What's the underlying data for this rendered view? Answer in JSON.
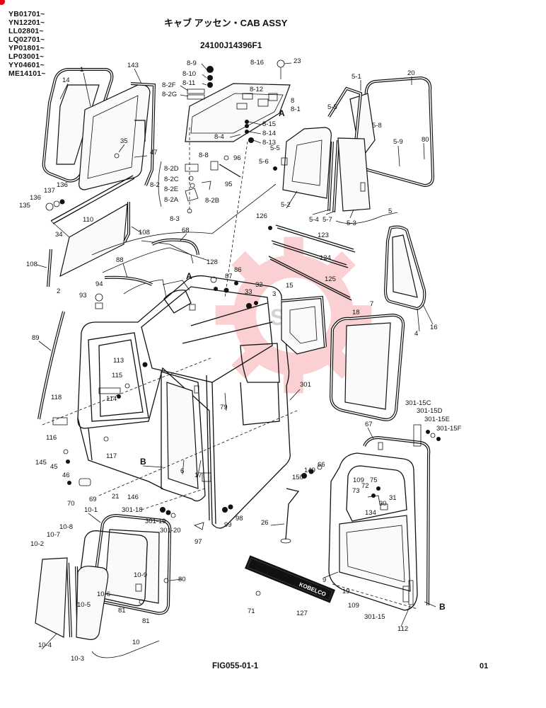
{
  "header": {
    "serials": [
      "YB01701~",
      "YN12201~",
      "LL02801~",
      "LQ02701~",
      "YP01801~",
      "LP03001~",
      "YY04601~",
      "ME14101~"
    ],
    "title": "キャブ アッセン・CAB ASSY",
    "part_number": "24100J14396F1"
  },
  "footer": {
    "figure": "FIG055-01-1",
    "page": "01"
  },
  "callouts": [
    "1",
    "14",
    "143",
    "20",
    "5-1",
    "5-5",
    "5-8",
    "5-9",
    "80",
    "8-9",
    "8-10",
    "8-11",
    "8-16",
    "23",
    "8-2F",
    "8-2G",
    "8-12",
    "8",
    "8-1",
    "A",
    "8-15",
    "8-14",
    "8-13",
    "8-4",
    "8-8",
    "96",
    "95",
    "8-2D",
    "8-2C",
    "8-2",
    "8-2E",
    "8-2A",
    "8-2B",
    "8-3",
    "35",
    "47",
    "136",
    "137",
    "135",
    "34",
    "110",
    "108",
    "2",
    "68",
    "88",
    "126",
    "123",
    "124",
    "125",
    "128",
    "87",
    "86",
    "32",
    "33",
    "15",
    "3",
    "7",
    "18",
    "4",
    "16",
    "94",
    "93",
    "89",
    "113",
    "115",
    "114",
    "116",
    "118",
    "117",
    "145",
    "45",
    "46",
    "70",
    "69",
    "B",
    "6",
    "17",
    "79",
    "301",
    "301-15C",
    "301-15D",
    "301-15E",
    "301-15F",
    "67",
    "66",
    "149",
    "150",
    "109",
    "75",
    "72",
    "73",
    "31",
    "30",
    "134",
    "26",
    "99",
    "98",
    "97",
    "21",
    "146",
    "301-18",
    "301-19",
    "301-20",
    "10-1",
    "10-2",
    "10-7",
    "10-8",
    "10-9",
    "10-6",
    "10-5",
    "10-4",
    "10-3",
    "10",
    "81",
    "9",
    "71",
    "127",
    "19",
    "301-15",
    "112",
    "5-2",
    "5-4",
    "5-7",
    "5-3",
    "5",
    "5-6"
  ],
  "labels": {
    "l_1": "1",
    "l_14": "14",
    "l_143": "143",
    "l_20": "20",
    "l_5_1": "5-1",
    "l_5_5a": "5-5",
    "l_5_8": "5-8",
    "l_5_9": "5-9",
    "l_80a": "80",
    "l_8_9": "8-9",
    "l_8_10": "8-10",
    "l_8_11": "8-11",
    "l_8_16": "8-16",
    "l_23": "23",
    "l_8_2f": "8-2F",
    "l_8_2g": "8-2G",
    "l_8_12": "8-12",
    "l_8": "8",
    "l_8_1": "8-1",
    "l_A1": "A",
    "l_8_15": "8-15",
    "l_8_14": "8-14",
    "l_8_13": "8-13",
    "l_8_4": "8-4",
    "l_8_8": "8-8",
    "l_96": "96",
    "l_95": "95",
    "l_8_2d": "8-2D",
    "l_8_2c": "8-2C",
    "l_8_2": "8-2",
    "l_8_2e": "8-2E",
    "l_8_2a": "8-2A",
    "l_8_2b": "8-2B",
    "l_8_3": "8-3",
    "l_35": "35",
    "l_47": "47",
    "l_136a": "136",
    "l_137": "137",
    "l_136b": "136",
    "l_135": "135",
    "l_34": "34",
    "l_110": "110",
    "l_108a": "108",
    "l_108b": "108",
    "l_2": "2",
    "l_68": "68",
    "l_88": "88",
    "l_126": "126",
    "l_123": "123",
    "l_124": "124",
    "l_125": "125",
    "l_128": "128",
    "l_87": "87",
    "l_86": "86",
    "l_32": "32",
    "l_33": "33",
    "l_15": "15",
    "l_3": "3",
    "l_7": "7",
    "l_18": "18",
    "l_4": "4",
    "l_16": "16",
    "l_94": "94",
    "l_93": "93",
    "l_A2": "A",
    "l_89": "89",
    "l_113": "113",
    "l_115": "115",
    "l_114": "114",
    "l_116": "116",
    "l_118": "118",
    "l_117": "117",
    "l_145": "145",
    "l_45": "45",
    "l_46": "46",
    "l_70": "70",
    "l_69": "69",
    "l_B1": "B",
    "l_6": "6",
    "l_17": "17",
    "l_79": "79",
    "l_301": "301",
    "l_301_15c": "301-15C",
    "l_301_15d": "301-15D",
    "l_301_15e": "301-15E",
    "l_301_15f": "301-15F",
    "l_67": "67",
    "l_66": "66",
    "l_149": "149",
    "l_150": "150",
    "l_109a": "109",
    "l_75": "75",
    "l_72": "72",
    "l_73": "73",
    "l_31": "31",
    "l_30": "30",
    "l_134": "134",
    "l_26": "26",
    "l_99": "99",
    "l_98": "98",
    "l_97": "97",
    "l_21": "21",
    "l_146": "146",
    "l_301_18": "301-18",
    "l_301_19": "301-19",
    "l_301_20": "301-20",
    "l_10_1": "10-1",
    "l_10_2": "10-2",
    "l_10_7": "10-7",
    "l_10_8": "10-8",
    "l_10_9": "10-9",
    "l_80b": "80",
    "l_10_6": "10-6",
    "l_10_5": "10-5",
    "l_81a": "81",
    "l_81b": "81",
    "l_10_4": "10-4",
    "l_10_3": "10-3",
    "l_10": "10",
    "l_9": "9",
    "l_71": "71",
    "l_127": "127",
    "l_19": "19",
    "l_109b": "109",
    "l_301_15": "301-15",
    "l_112": "112",
    "l_B2": "B",
    "l_5_2": "5-2",
    "l_5_4": "5-4",
    "l_5_7": "5-7",
    "l_5_3": "5-3",
    "l_5": "5",
    "l_5_6": "5-6",
    "l_5_5b": "5-5",
    "kobelco": "KOBELCO",
    "watermark": "SKY"
  },
  "colors": {
    "red_dot": "#e60012",
    "watermark": "#e60012",
    "ink": "#111111"
  }
}
